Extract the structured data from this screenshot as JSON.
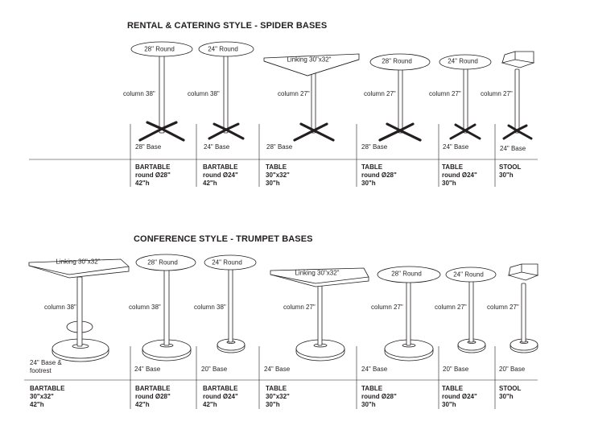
{
  "sections": [
    {
      "title": "RENTAL & CATERING STYLE - SPIDER BASES",
      "items": [
        {
          "top": "28\" Round",
          "column": "column 38\"",
          "base": "28\" Base",
          "type": "BARTABLE",
          "line2": "round Ø28\"",
          "line3": "42\"h"
        },
        {
          "top": "24\" Round",
          "column": "column 38\"",
          "base": "24\" Base",
          "type": "BARTABLE",
          "line2": "round Ø24\"",
          "line3": "42\"h"
        },
        {
          "top": "Linking 30\"x32\"",
          "column": "column 27\"",
          "base": "28\" Base",
          "type": "TABLE",
          "line2": "30\"x32\"",
          "line3": "30\"h"
        },
        {
          "top": "28\" Round",
          "column": "column 27\"",
          "base": "28\" Base",
          "type": "TABLE",
          "line2": "round Ø28\"",
          "line3": "30\"h"
        },
        {
          "top": "24\" Round",
          "column": "column 27\"",
          "base": "24\" Base",
          "type": "TABLE",
          "line2": "round Ø24\"",
          "line3": "30\"h"
        },
        {
          "top": "",
          "column": "column 27\"",
          "base": "24\" Base",
          "type": "STOOL",
          "line2": "30\"h",
          "line3": ""
        }
      ]
    },
    {
      "title": "CONFERENCE STYLE - TRUMPET BASES",
      "items": [
        {
          "top": "Linking 30\"x32\"",
          "column": "column 38\"",
          "base": "24\" Base &",
          "base2": "footrest",
          "type": "BARTABLE",
          "line2": "30\"x32\"",
          "line3": "42\"h"
        },
        {
          "top": "28\" Round",
          "column": "column 38\"",
          "base": "24\" Base",
          "type": "BARTABLE",
          "line2": "round Ø28\"",
          "line3": "42\"h"
        },
        {
          "top": "24\" Round",
          "column": "column 38\"",
          "base": "20\" Base",
          "type": "BARTABLE",
          "line2": "round Ø24\"",
          "line3": "42\"h"
        },
        {
          "top": "Linking 30\"x32\"",
          "column": "column 27\"",
          "base": "24\" Base",
          "type": "TABLE",
          "line2": "30\"x32\"",
          "line3": "30\"h"
        },
        {
          "top": "28\" Round",
          "column": "column 27\"",
          "base": "24\" Base",
          "type": "TABLE",
          "line2": "round Ø28\"",
          "line3": "30\"h"
        },
        {
          "top": "24\" Round",
          "column": "column 27\"",
          "base": "20\" Base",
          "type": "TABLE",
          "line2": "round Ø24\"",
          "line3": "30\"h"
        },
        {
          "top": "",
          "column": "column 27\"",
          "base": "20\" Base",
          "type": "STOOL",
          "line2": "30\"h",
          "line3": ""
        }
      ]
    }
  ]
}
